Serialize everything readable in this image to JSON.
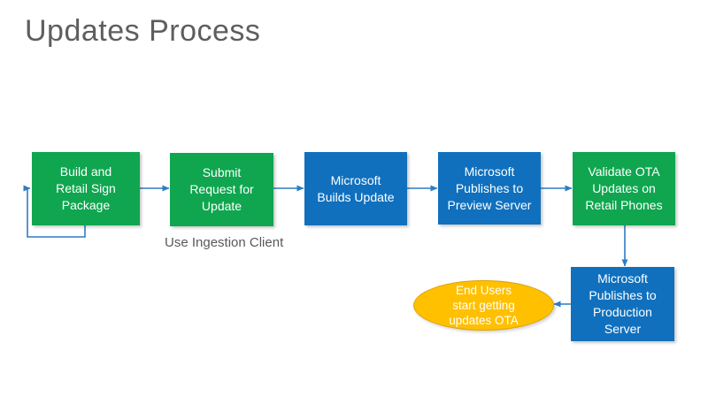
{
  "slide": {
    "title": "Updates Process"
  },
  "colors": {
    "green": "#0FA64F",
    "blue": "#1070BE",
    "gold": "#FFC000",
    "gold_border": "#DFA200",
    "connector": "#2E7CC3",
    "title_text": "#5E5E5E",
    "caption_text": "#595959",
    "box_text": "#FFFFFF"
  },
  "flowchart": {
    "caption": "Use Ingestion Client",
    "nodes": [
      {
        "id": "build-retail-sign-package",
        "shape": "rect",
        "color": "green",
        "label": "Build and\nRetail Sign\nPackage"
      },
      {
        "id": "submit-request-for-update",
        "shape": "rect",
        "color": "green",
        "label": "Submit\nRequest for\nUpdate"
      },
      {
        "id": "microsoft-builds-update",
        "shape": "rect",
        "color": "blue",
        "label": "Microsoft\nBuilds Update"
      },
      {
        "id": "microsoft-publishes-preview",
        "shape": "rect",
        "color": "blue",
        "label": "Microsoft\nPublishes to\nPreview Server"
      },
      {
        "id": "validate-ota-retail-phones",
        "shape": "rect",
        "color": "green",
        "label": "Validate OTA\nUpdates on\nRetail Phones"
      },
      {
        "id": "microsoft-publishes-production",
        "shape": "rect",
        "color": "blue",
        "label": "Microsoft\nPublishes to\nProduction\nServer"
      },
      {
        "id": "end-users-updates-ota",
        "shape": "ellipse",
        "color": "gold",
        "label": "End Users\nstart getting\nupdates OTA"
      }
    ],
    "connectors": [
      {
        "from": "build-retail-sign-package",
        "to": "build-retail-sign-package",
        "type": "loop-back"
      },
      {
        "from": "build-retail-sign-package",
        "to": "submit-request-for-update",
        "type": "arrow-right"
      },
      {
        "from": "submit-request-for-update",
        "to": "microsoft-builds-update",
        "type": "arrow-right"
      },
      {
        "from": "microsoft-builds-update",
        "to": "microsoft-publishes-preview",
        "type": "arrow-right"
      },
      {
        "from": "microsoft-publishes-preview",
        "to": "validate-ota-retail-phones",
        "type": "arrow-right"
      },
      {
        "from": "validate-ota-retail-phones",
        "to": "microsoft-publishes-production",
        "type": "arrow-down"
      },
      {
        "from": "microsoft-publishes-production",
        "to": "end-users-updates-ota",
        "type": "arrow-left"
      }
    ]
  }
}
